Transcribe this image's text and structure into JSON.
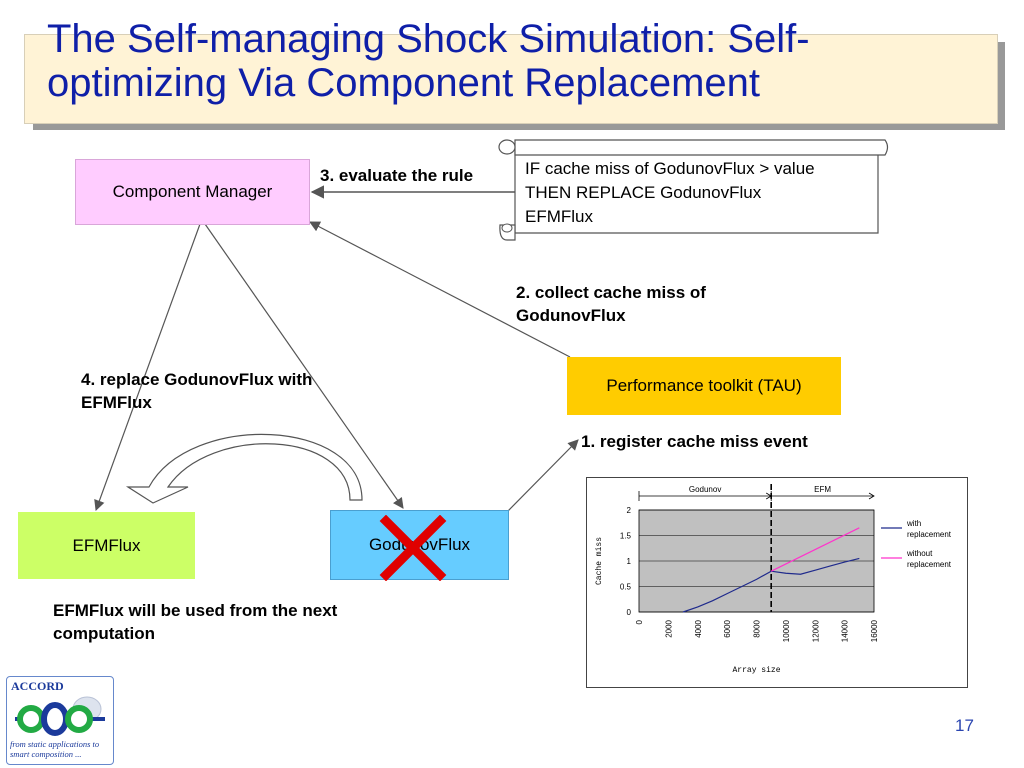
{
  "slide": {
    "title": "The Self-managing Shock Simulation: Self-optimizing Via Component Replacement",
    "page_number": "17"
  },
  "boxes": {
    "component_manager": "Component Manager",
    "performance_toolkit": "Performance toolkit (TAU)",
    "efmflux": "EFMFlux",
    "godunovflux": "GodunovFlux"
  },
  "rule_scroll": {
    "line1": "IF cache miss of GodunovFlux > value",
    "line2": "THEN REPLACE GodunovFlux",
    "line3": "EFMFlux"
  },
  "labels": {
    "step1": "1. register cache miss event",
    "step2": "2. collect cache miss of GodunovFlux",
    "step3": "3. evaluate the rule",
    "step4": "4. replace GodunovFlux with EFMFlux",
    "note": "EFMFlux will be used from the next computation"
  },
  "logo": {
    "name": "ACCORD",
    "tagline": "from static applications to smart composition ..."
  },
  "colors": {
    "title": "#0f1fa8",
    "title_bg": "#fff3d6",
    "component_manager": "#ffccff",
    "performance_toolkit": "#ffcc00",
    "efmflux": "#ccff66",
    "godunovflux": "#66ccff",
    "cross": "#e00000"
  },
  "chart_data": {
    "type": "line",
    "xlabel": "Array size",
    "ylabel": "Cache miss",
    "x_ticks": [
      "0",
      "2000",
      "4000",
      "6000",
      "8000",
      "10000",
      "12000",
      "14000",
      "16000"
    ],
    "y_ticks": [
      "0",
      "0.5",
      "1",
      "1.5",
      "2"
    ],
    "xlim": [
      0,
      16000
    ],
    "ylim": [
      0,
      2
    ],
    "grid": true,
    "legend_position": "right",
    "regions": [
      {
        "label": "Godunov",
        "x_range": [
          0,
          9000
        ]
      },
      {
        "label": "EFM",
        "x_range": [
          9000,
          16000
        ]
      }
    ],
    "series": [
      {
        "name": "with replacement",
        "color": "#1f2a8c",
        "x": [
          3000,
          4000,
          5000,
          6000,
          7000,
          8000,
          9000,
          10000,
          11000,
          12000,
          13000,
          14000,
          15000
        ],
        "y": [
          0.0,
          0.1,
          0.22,
          0.36,
          0.5,
          0.64,
          0.8,
          0.76,
          0.74,
          0.82,
          0.9,
          0.98,
          1.05
        ]
      },
      {
        "name": "without replacement",
        "color": "#ff33cc",
        "x": [
          9000,
          15000
        ],
        "y": [
          0.8,
          1.65
        ]
      }
    ]
  }
}
